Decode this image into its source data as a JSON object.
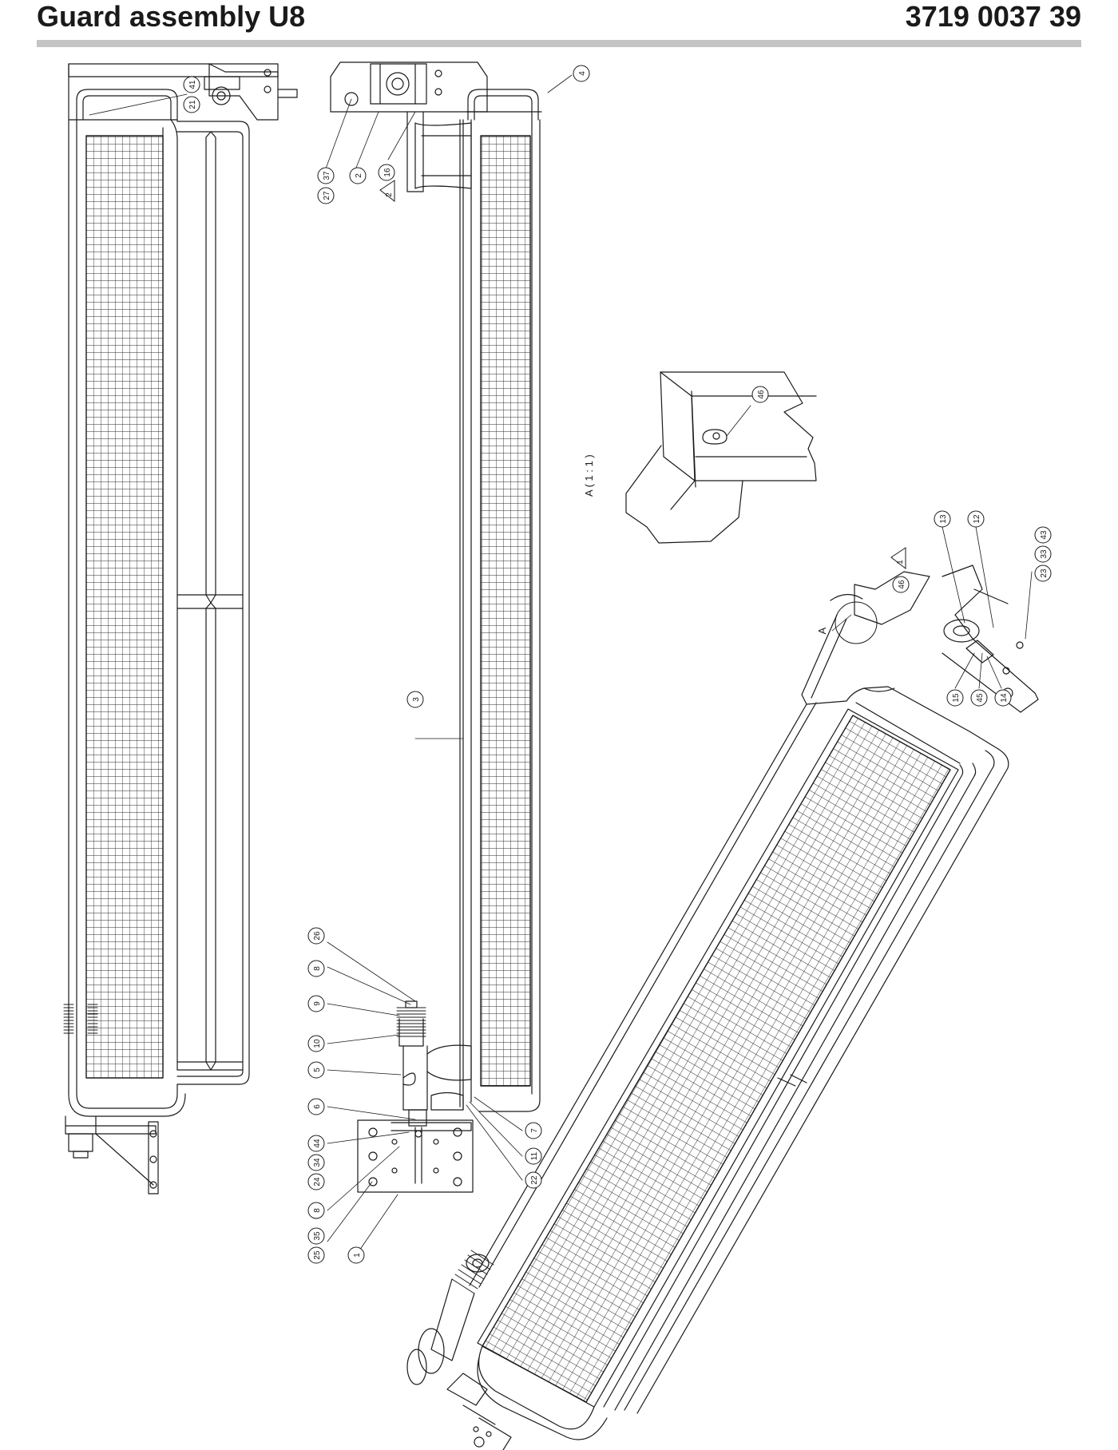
{
  "header": {
    "title": "Guard assembly U8",
    "part_number": "3719 0037 39"
  },
  "view_labels": {
    "detail_a_scale": "A ( 1 : 1 )",
    "detail_a_marker": "A"
  },
  "revision_marks": [
    "2",
    "1"
  ],
  "callouts": {
    "top_left": [
      "21",
      "41"
    ],
    "top_mid": [
      "27",
      "37",
      "2",
      "16"
    ],
    "top_right": [
      "4"
    ],
    "mid": [
      "3"
    ],
    "detail_a": [
      "46"
    ],
    "iso_top": [
      "13",
      "12",
      "43",
      "33",
      "23",
      "46",
      "15",
      "45",
      "14"
    ],
    "bottom_left_column": [
      "26",
      "8",
      "9",
      "10",
      "5",
      "6",
      "44",
      "34",
      "24",
      "8",
      "35",
      "25",
      "1"
    ],
    "bottom_right_column": [
      "7",
      "11",
      "22"
    ]
  }
}
